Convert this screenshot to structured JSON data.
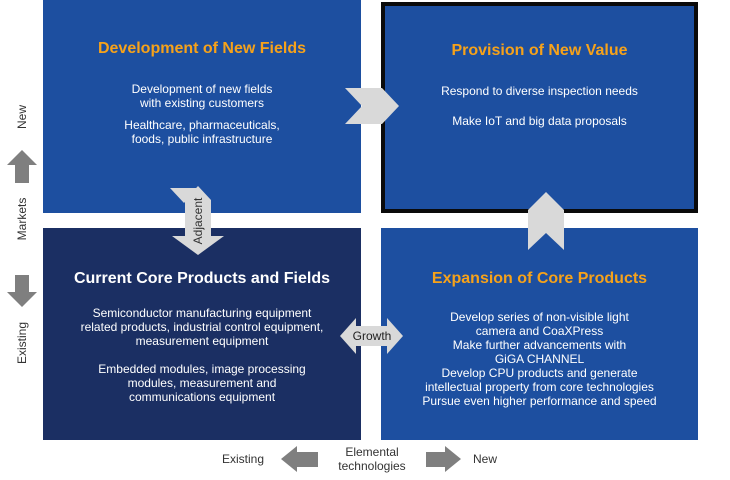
{
  "quadrants": {
    "top_left": {
      "title": "Development of New Fields",
      "lines": [
        "Development of new fields\n with existing customers",
        "Healthcare, pharmaceuticals,\n foods, public infrastructure"
      ]
    },
    "top_right": {
      "title": "Provision of New Value",
      "lines": [
        "Respond to diverse inspection needs",
        "Make IoT and big data proposals"
      ]
    },
    "bottom_left": {
      "title": "Current Core Products and Fields",
      "lines": [
        "Semiconductor manufacturing equipment\nrelated products, industrial control equipment,\nmeasurement equipment",
        "Embedded modules, image processing\nmodules, measurement and\ncommunications equipment"
      ]
    },
    "bottom_right": {
      "title": "Expansion of Core Products",
      "lines": [
        "Develop series of non-visible light\ncamera and CoaXPress\nMake further advancements with\nGiGA CHANNEL\nDevelop CPU products and generate\nintellectual property from core technologies\nPursue even higher performance and speed"
      ]
    }
  },
  "connectors": {
    "adjacent": "Adjacent",
    "growth": "Growth"
  },
  "axes": {
    "markets": {
      "label": "Markets",
      "new": "New",
      "existing": "Existing"
    },
    "technologies": {
      "label": "Elemental\ntechnologies",
      "new": "New",
      "existing": "Existing"
    }
  },
  "colors": {
    "quadrant_blue": "#1d4fa0",
    "quadrant_navy": "#1b2f63",
    "title_orange": "#f6a21a",
    "arrow_gray": "#7f7f7f",
    "connector_gray": "#d9d9d9"
  }
}
